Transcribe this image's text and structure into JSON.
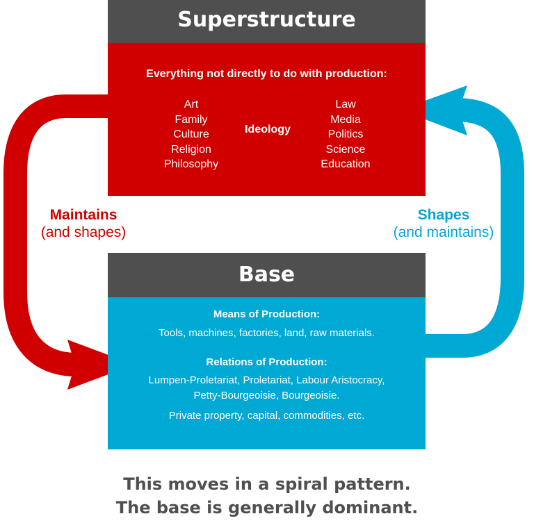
{
  "colors": {
    "header_bg": "#4f4f4f",
    "superstructure": "#d10000",
    "base": "#00a8d4",
    "footer_text": "#4f4f4f"
  },
  "superstructure": {
    "title": "Superstructure",
    "subtitle": "Everything not directly to do with production:",
    "left_items": [
      "Art",
      "Family",
      "Culture",
      "Religion",
      "Philosophy"
    ],
    "center_label": "Ideology",
    "right_items": [
      "Law",
      "Media",
      "Politics",
      "Science",
      "Education"
    ]
  },
  "base": {
    "title": "Base",
    "means_title": "Means of Production:",
    "means_text": "Tools, machines, factories, land, raw materials.",
    "relations_title": "Relations of Production:",
    "relations_line1": "Lumpen-Proletariat, Proletariat, Labour Aristocracy,",
    "relations_line2": "Petty-Bourgeoisie, Bourgeoisie.",
    "other_text": "Private property, capital, commodities, etc."
  },
  "arrows": {
    "left": {
      "label": "Maintains",
      "sublabel": "(and shapes)",
      "direction": "superstructure-to-base"
    },
    "right": {
      "label": "Shapes",
      "sublabel": "(and maintains)",
      "direction": "base-to-superstructure"
    }
  },
  "footer": {
    "line1": "This moves in a spiral pattern.",
    "line2": "The base is generally dominant."
  }
}
